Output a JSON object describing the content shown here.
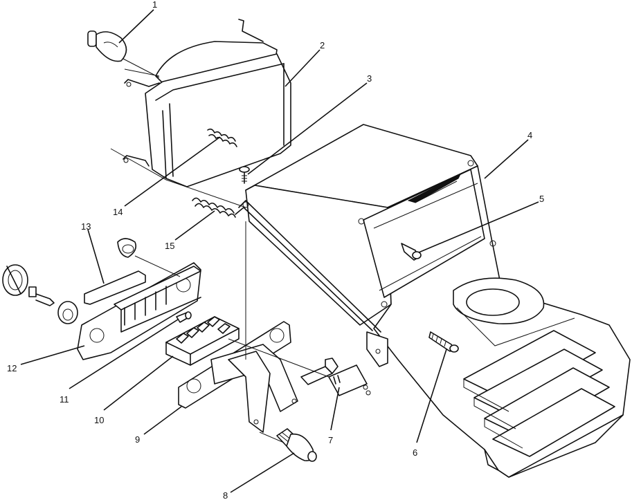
{
  "colors": {
    "ink": "#111111",
    "paper": "#ffffff"
  },
  "callouts": [
    {
      "id": "1",
      "text": "1"
    },
    {
      "id": "2",
      "text": "2"
    },
    {
      "id": "3",
      "text": "3"
    },
    {
      "id": "4",
      "text": "4"
    },
    {
      "id": "5",
      "text": "5"
    },
    {
      "id": "6",
      "text": "6"
    },
    {
      "id": "7",
      "text": "7"
    },
    {
      "id": "8",
      "text": "8"
    },
    {
      "id": "9",
      "text": "9"
    },
    {
      "id": "10",
      "text": "10"
    },
    {
      "id": "11",
      "text": "11"
    },
    {
      "id": "12",
      "text": "12"
    },
    {
      "id": "13",
      "text": "13"
    },
    {
      "id": "14",
      "text": "14"
    },
    {
      "id": "15",
      "text": "15"
    }
  ]
}
